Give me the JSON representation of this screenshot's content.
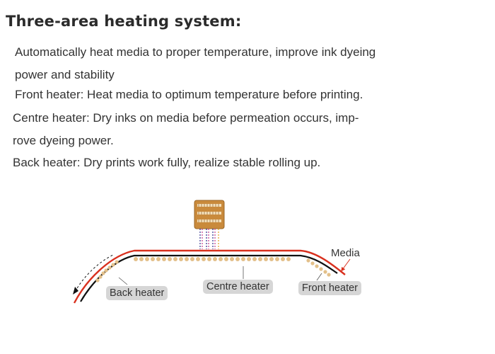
{
  "heading": "Three-area heating system:",
  "lines": [
    "Automatically heat media to proper temperature, improve ink dyeing",
    "power and stability",
    "Front heater: Heat media to optimum temperature before printing.",
    "Centre heater: Dry inks on media before permeation occurs, imp-",
    "rove dyeing power.",
    "Back heater: Dry prints work fully, realize stable rolling up."
  ],
  "diagram": {
    "media_label": "Media",
    "back_label": "Back heater",
    "centre_label": "Centre heater",
    "front_label": "Front heater",
    "colors": {
      "media": "#d9301e",
      "platen": "#111111",
      "heater_dots": "#e3c08a",
      "printhead": "#c98a3c",
      "label_bg": "#d6d6d6",
      "ink_line": "#2a2a8a"
    }
  }
}
